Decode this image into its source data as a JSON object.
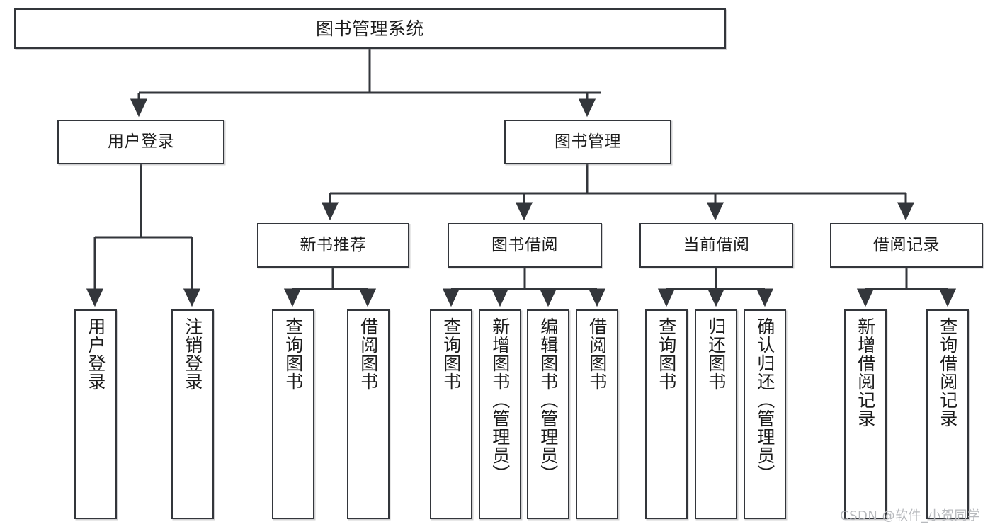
{
  "diagram": {
    "title": "图书管理系统",
    "type": "functional-decomposition-tree",
    "root": {
      "label": "图书管理系统"
    },
    "level2": [
      {
        "label": "用户登录"
      },
      {
        "label": "图书管理"
      }
    ],
    "level3": [
      {
        "label": "新书推荐"
      },
      {
        "label": "图书借阅"
      },
      {
        "label": "当前借阅"
      },
      {
        "label": "借阅记录"
      }
    ],
    "leaves": {
      "user_login": [
        {
          "label": "用户登录"
        },
        {
          "label": "注销登录"
        }
      ],
      "new_book_recommend": [
        {
          "label": "查询图书"
        },
        {
          "label": "借阅图书"
        }
      ],
      "book_borrow": [
        {
          "label": "查询图书"
        },
        {
          "label": "新增图书（管理员）"
        },
        {
          "label": "编辑图书（管理员）"
        },
        {
          "label": "借阅图书"
        }
      ],
      "current_borrow": [
        {
          "label": "查询图书"
        },
        {
          "label": "归还图书"
        },
        {
          "label": "确认归还（管理员）"
        }
      ],
      "borrow_record": [
        {
          "label": "新增借阅记录"
        },
        {
          "label": "查询借阅记录"
        }
      ]
    }
  },
  "watermark": {
    "text": "CSDN @软件_小贺同学"
  },
  "colors": {
    "border": "#33363b",
    "background": "#ffffff",
    "text": "#1c1c1c",
    "watermark": "#b7b9bd"
  }
}
